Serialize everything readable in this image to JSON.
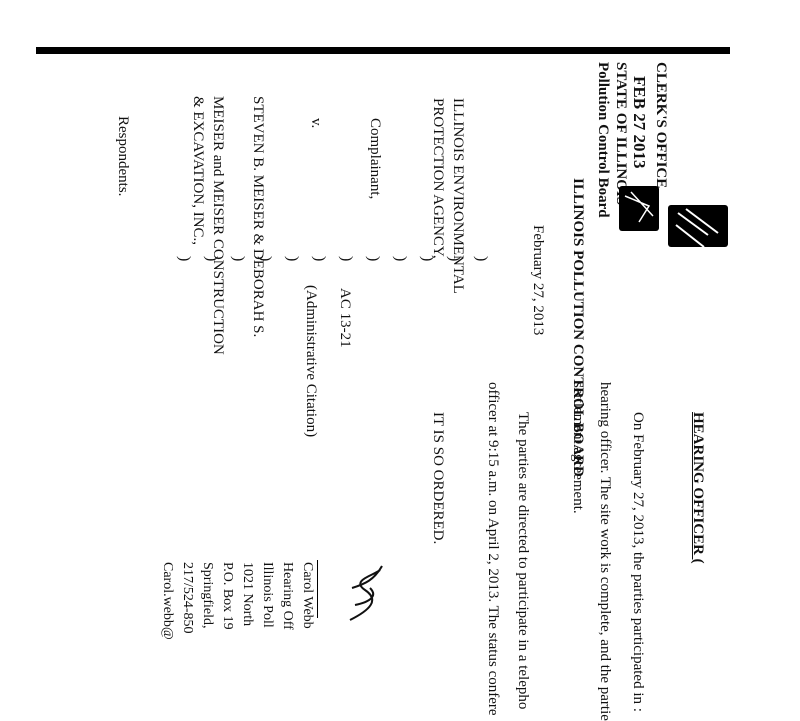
{
  "stamp": {
    "office": "CLERK'S OFFICE",
    "date": "FEB 27 2013",
    "state": "STATE OF ILLINOIS",
    "board": "Pollution Control Board"
  },
  "caption": {
    "board_title": "ILLINOIS POLLUTION CONTROL BOARD",
    "order_date": "February 27, 2013",
    "complainant_line1": "ILLINOIS ENVIRONMENTAL",
    "complainant_line2": "PROTECTION AGENCY,",
    "complainant_role": "Complainant,",
    "versus": "v.",
    "respondent_line1": "STEVEN B. MEISER & DEBORAH S.",
    "respondent_line2": "MEISER and MEISER CONSTRUCTION",
    "respondent_line3": "& EXCAVATION, INC.,",
    "respondent_role": "Respondents.",
    "case_number": "AC 13-21",
    "case_type": "(Administrative Citation)"
  },
  "order": {
    "heading": "HEARING OFFICER (",
    "para1_line1": "On February 27, 2013, the parties participated in :",
    "para1_line2": "hearing officer.  The site work is complete, and the partie",
    "para1_line3": "settlement agreement.",
    "para2_line1": "The parties are directed to participate in a telepho",
    "para2_line2": "officer at 9:15 a.m. on April 2, 2013.  The status confere",
    "closing": "IT IS SO ORDERED."
  },
  "signature_block": {
    "line1": "Carol Webb",
    "line2": "Hearing Off",
    "line3": "Illinois Poll",
    "line4": "1021 North",
    "line5": "P.O. Box 19",
    "line6": "Springfield,",
    "line7": "217/524-850",
    "line8": "Carol.webb@"
  }
}
